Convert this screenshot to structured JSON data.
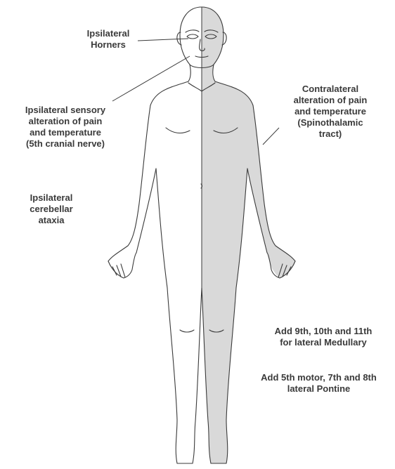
{
  "labels": {
    "horner": "Ipsilateral\nHorners",
    "sensory": "Ipsilateral sensory\nalteration of pain\nand temperature\n(5th cranial nerve)",
    "ataxia": "Ipsilateral\ncerebellar\nataxia",
    "spinothalamic": "Contralateral\nalteration of pain\nand temperature\n(Spinothalamic\ntract)",
    "medullary": "Add 9th, 10th and 11th\nfor lateral Medullary",
    "pontine": "Add 5th motor, 7th and 8th\nlateral Pontine"
  },
  "colors": {
    "affected_side_fill": "#d9d9d9",
    "outline": "#3a3a3a",
    "text": "#3a3a3a"
  }
}
